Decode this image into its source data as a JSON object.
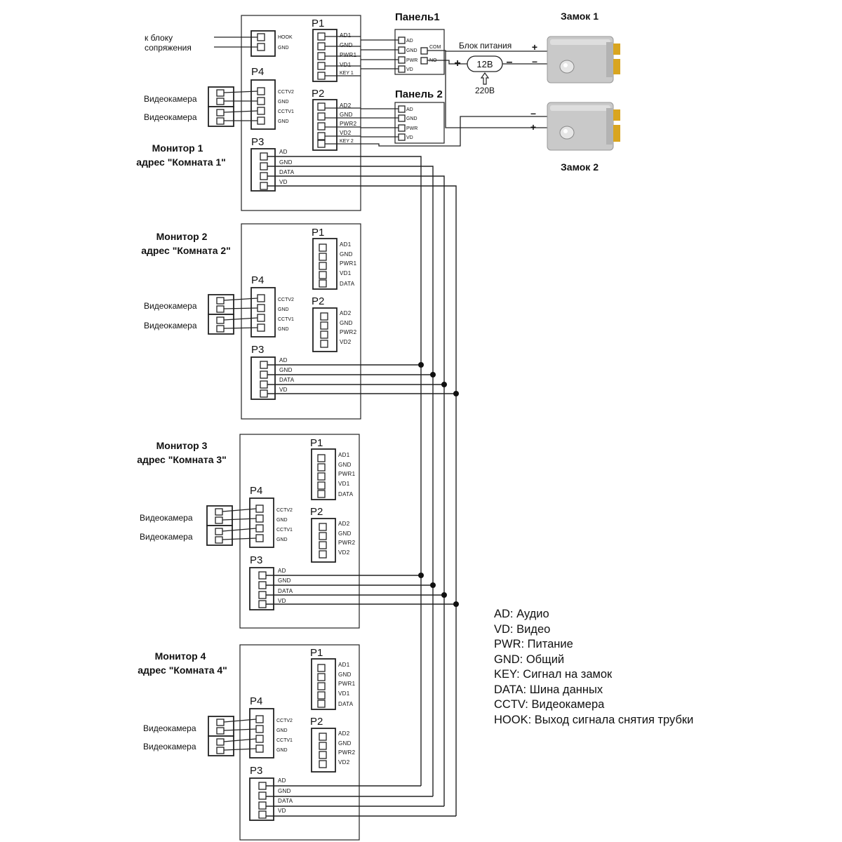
{
  "monitors": [
    {
      "title": "Монитор 1",
      "address": "адрес \"Комната 1\"",
      "p1": {
        "label": "P1",
        "pins": [
          "AD1",
          "GND",
          "PWR1",
          "VD1",
          "KEY 1"
        ]
      },
      "p2": {
        "label": "P2",
        "pins": [
          "AD2",
          "GND",
          "PWR2",
          "VD2",
          "KEY 2"
        ]
      },
      "p3": {
        "label": "P3",
        "pins": [
          "AD",
          "GND",
          "DATA",
          "VD"
        ]
      },
      "p4": {
        "label": "P4",
        "pins": [
          "CCTV2",
          "GND",
          "CCTV1",
          "GND"
        ]
      },
      "hook_pins": [
        "HOOK",
        "GND"
      ],
      "cameras": [
        "Видеокамера",
        "Видеокамера"
      ]
    },
    {
      "title": "Монитор 2",
      "address": "адрес \"Комната 2\"",
      "p1": {
        "label": "P1",
        "pins": [
          "AD1",
          "GND",
          "PWR1",
          "VD1",
          "DATA"
        ]
      },
      "p2": {
        "label": "P2",
        "pins": [
          "AD2",
          "GND",
          "PWR2",
          "VD2"
        ]
      },
      "p3": {
        "label": "P3",
        "pins": [
          "AD",
          "GND",
          "DATA",
          "VD"
        ]
      },
      "p4": {
        "label": "P4",
        "pins": [
          "CCTV2",
          "GND",
          "CCTV1",
          "GND"
        ]
      },
      "cameras": [
        "Видеокамера",
        "Видеокамера"
      ]
    },
    {
      "title": "Монитор 3",
      "address": "адрес \"Комната 3\"",
      "p1": {
        "label": "P1",
        "pins": [
          "AD1",
          "GND",
          "PWR1",
          "VD1",
          "DATA"
        ]
      },
      "p2": {
        "label": "P2",
        "pins": [
          "AD2",
          "GND",
          "PWR2",
          "VD2"
        ]
      },
      "p3": {
        "label": "P3",
        "pins": [
          "AD",
          "GND",
          "DATA",
          "VD"
        ]
      },
      "p4": {
        "label": "P4",
        "pins": [
          "CCTV2",
          "GND",
          "CCTV1",
          "GND"
        ]
      },
      "cameras": [
        "Видеокамера",
        "Видеокамера"
      ]
    },
    {
      "title": "Монитор 4",
      "address": "адрес \"Комната 4\"",
      "p1": {
        "label": "P1",
        "pins": [
          "AD1",
          "GND",
          "PWR1",
          "VD1",
          "DATA"
        ]
      },
      "p2": {
        "label": "P2",
        "pins": [
          "AD2",
          "GND",
          "PWR2",
          "VD2"
        ]
      },
      "p3": {
        "label": "P3",
        "pins": [
          "AD",
          "GND",
          "DATA",
          "VD"
        ]
      },
      "p4": {
        "label": "P4",
        "pins": [
          "CCTV2",
          "GND",
          "CCTV1",
          "GND"
        ]
      },
      "cameras": [
        "Видеокамера",
        "Видеокамера"
      ]
    }
  ],
  "interface_block": {
    "line1": "к блоку",
    "line2": "сопряжения"
  },
  "panel1": {
    "title": "Панель1",
    "pins": [
      "AD",
      "GND",
      "PWR",
      "VD"
    ],
    "relay": [
      "COM",
      "NO"
    ]
  },
  "panel2": {
    "title": "Панель 2",
    "pins": [
      "AD",
      "GND",
      "PWR",
      "VD"
    ]
  },
  "power_supply": {
    "label": "Блок питания",
    "voltage": "12В",
    "mains": "220В",
    "plus": "+",
    "minus": "–"
  },
  "lock1": {
    "title": "Замок 1",
    "plus": "+",
    "minus": "–"
  },
  "lock2": {
    "title": "Замок 2",
    "plus": "+",
    "minus": "–"
  },
  "legend": [
    "AD: Аудио",
    "VD: Видео",
    "PWR: Питание",
    "GND: Общий",
    "KEY: Сигнал на замок",
    "DATA: Шина данных",
    "CCTV: Видеокамера",
    "HOOK: Выход сигнала снятия трубки"
  ],
  "colors": {
    "line": "#222222",
    "lock_body": "#c4c4c4",
    "lock_strike": "#d9a520"
  }
}
